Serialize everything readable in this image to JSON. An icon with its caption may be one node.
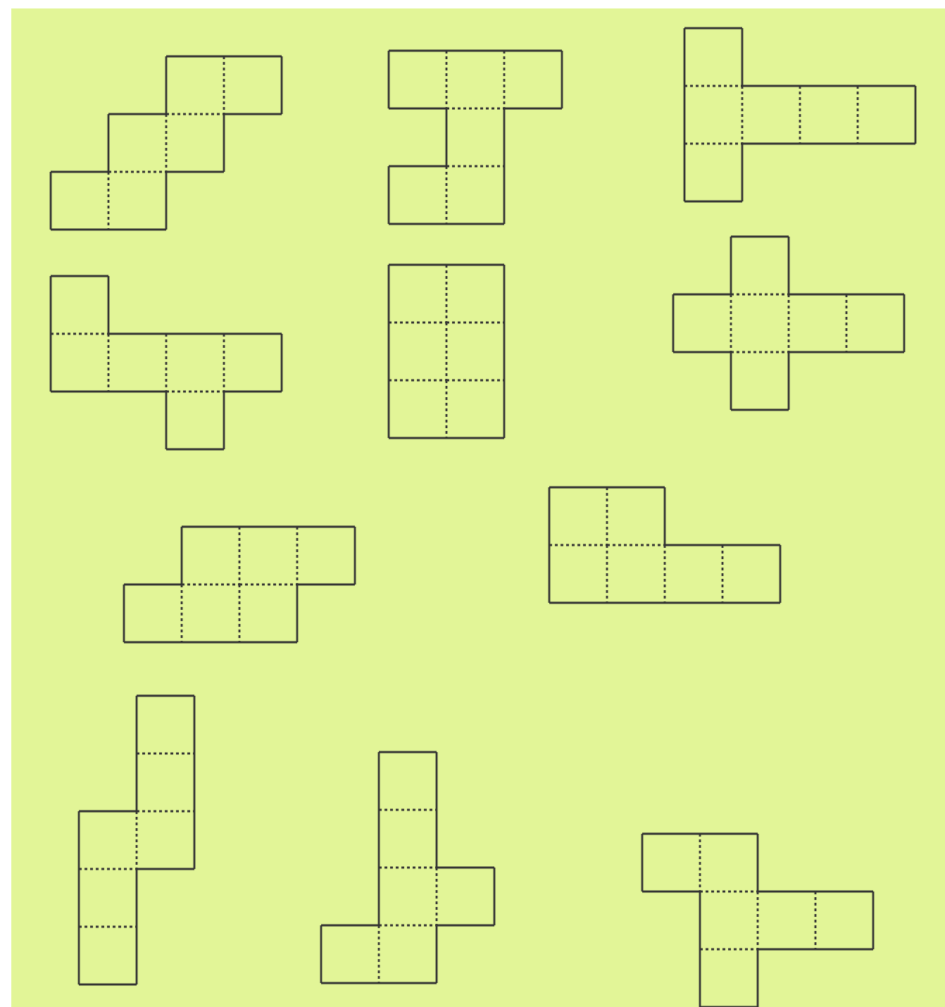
{
  "diagram": {
    "nodes": [
      {
        "text": [],
        "shape": "net"
      },
      {
        "text": [],
        "shape": "net"
      },
      {
        "text": [],
        "shape": "net"
      },
      {
        "text": [],
        "shape": "net"
      },
      {
        "text": [],
        "shape": "net"
      },
      {
        "text": [],
        "shape": "net"
      },
      {
        "text": [],
        "shape": "net"
      },
      {
        "text": [],
        "shape": "net"
      },
      {
        "text": [],
        "shape": "net"
      },
      {
        "text": [],
        "shape": "net"
      },
      {
        "text": [],
        "shape": "net"
      }
    ]
  }
}
